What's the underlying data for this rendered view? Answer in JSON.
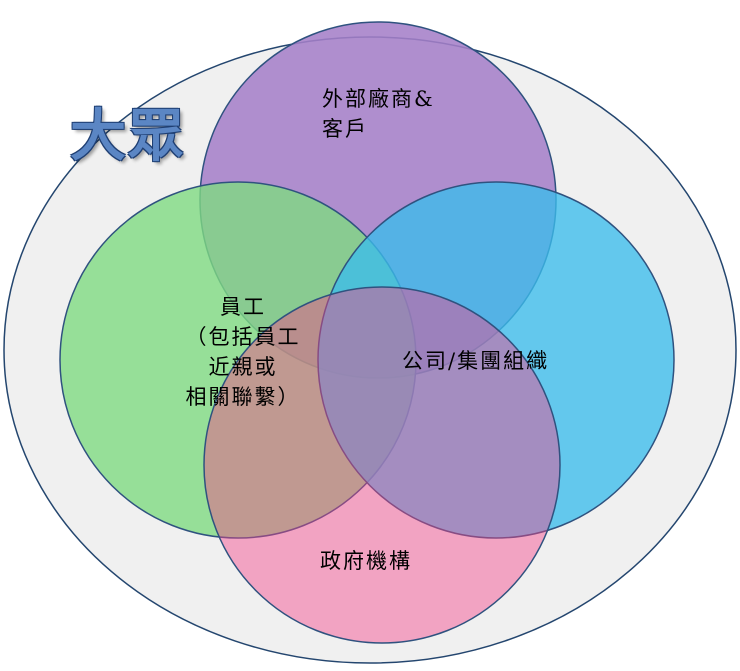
{
  "title": "大眾",
  "circles": {
    "vendors": {
      "line1": "外部廠商&",
      "line2": "客戶",
      "color": "#a57fc8"
    },
    "employees": {
      "line1": "員工",
      "line2": "（包括員工",
      "line3": "近親或",
      "line4": "相關聯繫）",
      "color": "#7fdb82"
    },
    "company": {
      "label": "公司/集團組織",
      "color": "#3bbcec"
    },
    "government": {
      "label": "政府機構",
      "color": "#f5458a"
    }
  },
  "colors": {
    "outer_fill": "#f0f0f0",
    "outer_stroke": "#24466f",
    "circle_stroke": "#2f527f",
    "title_color": "#5b86c4"
  }
}
